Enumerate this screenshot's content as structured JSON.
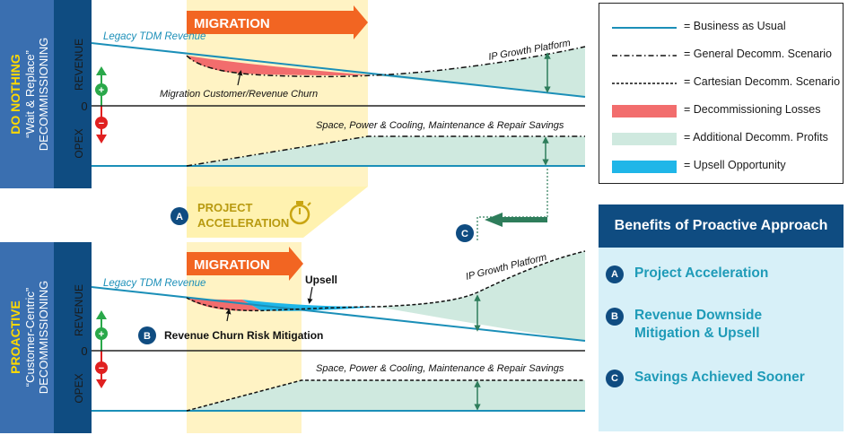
{
  "top_panel": {
    "label_line1": "DO NOTHING",
    "label_line2": "“Wait & Replace”",
    "label_line3": "DECOMMISSIONING",
    "revenue_axis": "REVENUE",
    "opex_axis": "OPEX",
    "zero": "0",
    "plus": "+",
    "minus": "−",
    "migration": "MIGRATION",
    "legacy_label": "Legacy TDM Revenue",
    "ip_growth_label": "IP Growth Platform",
    "churn_label": "Migration Customer/Revenue Churn",
    "savings_label": "Space, Power & Cooling, Maintenance & Repair Savings"
  },
  "bottom_panel": {
    "label_line1": "PROACTIVE",
    "label_line2": "“Customer-Centric”",
    "label_line3": "DECOMMISSIONING",
    "revenue_axis": "REVENUE",
    "opex_axis": "OPEX",
    "zero": "0",
    "plus": "+",
    "minus": "−",
    "migration": "MIGRATION",
    "legacy_label": "Legacy TDM Revenue",
    "ip_growth_label": "IP Growth Platform",
    "upsell_label": "Upsell",
    "churn_mitigation_label": "Revenue Churn Risk Mitigation",
    "savings_label": "Space, Power & Cooling, Maintenance & Repair Savings"
  },
  "acceleration": {
    "badge": "A",
    "line1": "PROJECT",
    "line2": "ACCELERATION"
  },
  "badge_b": "B",
  "badge_c": "C",
  "legend": {
    "items": [
      {
        "label": "= Business as Usual"
      },
      {
        "label": "= General Decomm. Scenario"
      },
      {
        "label": "= Cartesian Decomm. Scenario"
      },
      {
        "label": "= Decommissioning Losses"
      },
      {
        "label": "= Additional Decomm. Profits"
      },
      {
        "label": "= Upsell Opportunity"
      }
    ]
  },
  "benefits": {
    "title": "Benefits of Proactive Approach",
    "items": [
      {
        "badge": "A",
        "label": "Project Acceleration"
      },
      {
        "badge": "B",
        "label": "Revenue Downside Mitigation & Upsell"
      },
      {
        "badge": "C",
        "label": "Savings Achieved Sooner"
      }
    ]
  },
  "colors": {
    "navy": "#0f4c81",
    "side_blue": "#3a6fb0",
    "yellow_label": "#ffd900",
    "bau_line": "#1b8fb8",
    "loss_red": "#f26d6d",
    "profit_green": "#cfe9df",
    "upsell_cyan": "#1fb6e8",
    "migration_orange": "#f26522",
    "accel_gold": "#b89a10",
    "accel_bg": "#fff2b0",
    "arrow_green": "#2e7d5b",
    "benefit_bg": "#d7f0f8",
    "benefit_text": "#1f9bb8"
  }
}
